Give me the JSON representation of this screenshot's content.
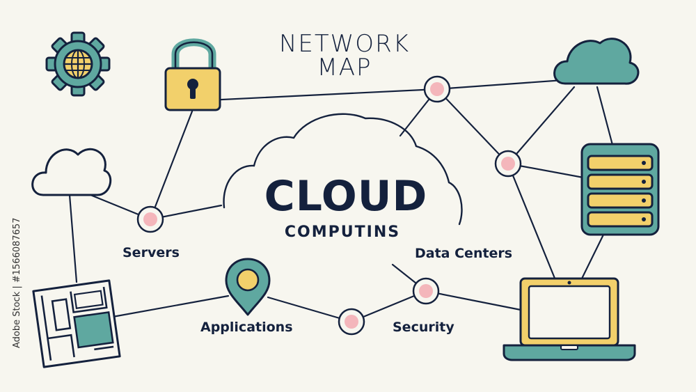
{
  "title": {
    "line1": "NETWORK",
    "line2": "MAP"
  },
  "center": {
    "main": "CLOUD",
    "sub": "COMPUTINS"
  },
  "labels": {
    "servers": "Servers",
    "data_centers": "Data Centers",
    "applications": "Applications",
    "security": "Security"
  },
  "side_text": "Adobe Stock | #1566087657",
  "colors": {
    "ink": "#14213d",
    "teal": "#5fa8a0",
    "yellow": "#f2d06b",
    "pink": "#f4b6bb",
    "background": "#f7f6ef"
  },
  "icons": [
    "gear-globe-icon",
    "padlock-icon",
    "cloud-icon",
    "server-rack-icon",
    "location-pin-icon",
    "laptop-icon",
    "map-grid-icon"
  ]
}
